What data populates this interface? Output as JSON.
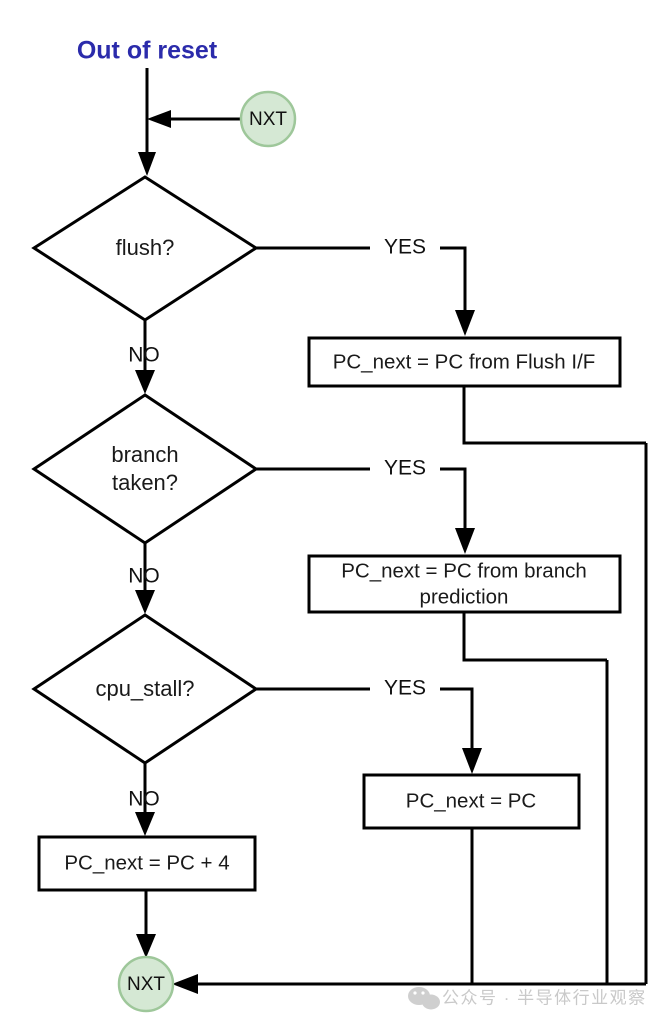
{
  "diagram": {
    "title_text": "Out of reset",
    "title_color": "#2b2bab",
    "background_color": "#ffffff",
    "line_color": "#000000",
    "terminator_fill": "#d5e8d4",
    "terminator_stroke": "#9ec79a",
    "terminators": [
      {
        "id": "nxt-top",
        "label": "NXT"
      },
      {
        "id": "nxt-bottom",
        "label": "NXT"
      }
    ],
    "decisions": [
      {
        "id": "flush",
        "label_lines": [
          "flush?"
        ]
      },
      {
        "id": "branch-taken",
        "label_lines": [
          "branch",
          "taken?"
        ]
      },
      {
        "id": "cpu-stall",
        "label_lines": [
          "cpu_stall?"
        ]
      }
    ],
    "processes": [
      {
        "id": "pc-from-flush",
        "label_lines": [
          "PC_next = PC from Flush I/F"
        ]
      },
      {
        "id": "pc-from-branch-prediction",
        "label_lines": [
          "PC_next = PC from branch",
          "prediction"
        ]
      },
      {
        "id": "pc-equals-pc",
        "label_lines": [
          "PC_next = PC"
        ]
      },
      {
        "id": "pc-plus-4",
        "label_lines": [
          "PC_next = PC + 4"
        ]
      }
    ],
    "edge_labels": {
      "yes_flush": "YES",
      "no_flush": "NO",
      "yes_branch": "YES",
      "no_branch": "NO",
      "yes_stall": "YES",
      "no_stall": "NO"
    },
    "watermark": {
      "text": "公众号 · 半导体行业观察",
      "icon": "wechat-icon"
    }
  }
}
